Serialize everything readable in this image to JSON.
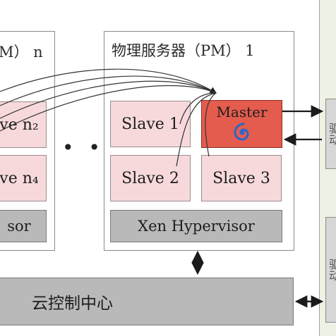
{
  "pm_left": {
    "title": "M） n",
    "slaves": [
      "ve n₂",
      "ve n₄"
    ],
    "hypervisor": "sor"
  },
  "pm_right": {
    "title": "物理服务器（PM） 1",
    "master_label": "Master",
    "slaves": [
      "Slave 1",
      "Slave 2",
      "Slave 3"
    ],
    "hypervisor": "Xen Hypervisor"
  },
  "ellipsis": "• • •",
  "cloud_center": "云控制中心",
  "right_panel": {
    "box_top": "驱动",
    "box_bottom": "驱动"
  },
  "colors": {
    "slave_fill": "#f7d9dc",
    "master_fill": "#e35c4d",
    "hypervisor_fill": "#b9b9b9",
    "right_panel_fill": "#eef2e4"
  },
  "icons": {
    "master_icon": "swirl-icon"
  }
}
